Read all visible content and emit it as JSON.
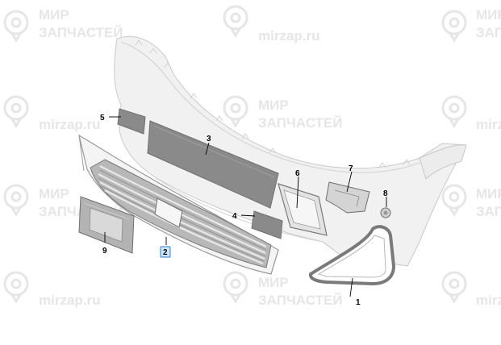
{
  "watermark": {
    "brand_line1": "МИР",
    "brand_line2": "ЗАПЧАСТЕЙ",
    "domain": "mirzap.ru"
  },
  "callouts": [
    {
      "id": "1",
      "highlighted": false
    },
    {
      "id": "2",
      "highlighted": true
    },
    {
      "id": "3",
      "highlighted": false
    },
    {
      "id": "4",
      "highlighted": false
    },
    {
      "id": "5",
      "highlighted": false
    },
    {
      "id": "6",
      "highlighted": false
    },
    {
      "id": "7",
      "highlighted": false
    },
    {
      "id": "8",
      "highlighted": false
    },
    {
      "id": "9",
      "highlighted": false
    }
  ],
  "colors": {
    "bumper_fill": "#f1f1f1",
    "bumper_stroke": "#c9c9c9",
    "part_dark": "#8a8a8a",
    "grille_frame": "#b0b0b0",
    "highlight": "#cfe6ff",
    "watermark": "#e6e6e6"
  }
}
